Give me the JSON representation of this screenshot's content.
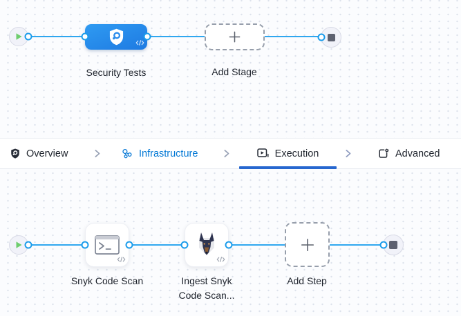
{
  "stage_pipeline": {
    "start_node": "play",
    "stage": {
      "label": "Security Tests",
      "icon": "security-shield-icon"
    },
    "add_stage_label": "Add Stage",
    "end_node": "stop"
  },
  "tab_bar": {
    "tabs": [
      {
        "label": "Overview",
        "icon": "shield-icon",
        "selected": false
      },
      {
        "label": "Infrastructure",
        "icon": "infrastructure-icon",
        "selected": false,
        "text_color": "#0278d5"
      },
      {
        "label": "Execution",
        "icon": "execution-icon",
        "selected": true
      },
      {
        "label": "Advanced",
        "icon": "advanced-icon",
        "selected": false
      }
    ]
  },
  "step_pipeline": {
    "start_node": "play",
    "steps": [
      {
        "label": "Snyk Code Scan",
        "icon": "terminal-icon"
      },
      {
        "label": "Ingest Snyk Code Scan...",
        "icon": "snyk-doberman-icon"
      }
    ],
    "add_step_label": "Add Step",
    "end_node": "stop"
  },
  "colors": {
    "edge_blue": "#2fa7ef",
    "stage_blue": "#2492ee",
    "tab_active_text": "#20252e",
    "tab_highlight_blue": "#0278d5",
    "underline_blue": "#2767cf",
    "canvas_bg": "#fbfcfe"
  }
}
